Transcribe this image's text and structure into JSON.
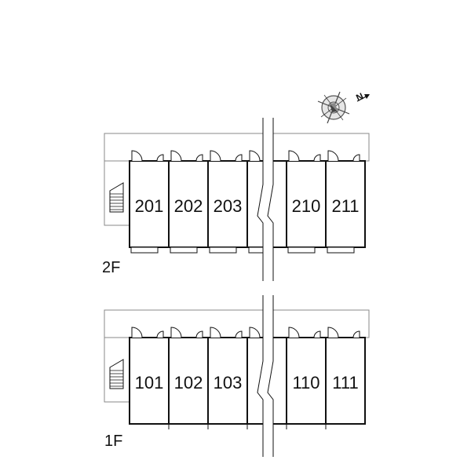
{
  "compass": {
    "icon": "north-arrow-compass",
    "letter": "N"
  },
  "floors": [
    {
      "label": "2F",
      "units": [
        "201",
        "202",
        "203",
        "",
        "210",
        "211"
      ]
    },
    {
      "label": "1F",
      "units": [
        "101",
        "102",
        "103",
        "",
        "110",
        "111"
      ]
    }
  ],
  "colors": {
    "line": "#111111",
    "outline": "#888888",
    "background": "#ffffff"
  }
}
